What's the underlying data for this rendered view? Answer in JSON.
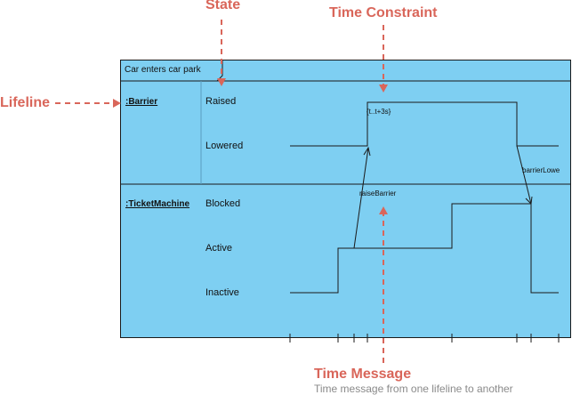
{
  "callouts": {
    "state": "State",
    "time_constraint": "Time Constraint",
    "lifeline": "Lifeline",
    "time_message": "Time Message",
    "time_message_note": "Time message from one lifeline to another"
  },
  "frame": {
    "title": "Car enters car park"
  },
  "lifelines": {
    "barrier": {
      "name": ":Barrier",
      "states": [
        "Raised",
        "Lowered"
      ]
    },
    "ticket_machine": {
      "name": ":TicketMachine",
      "states": [
        "Blocked",
        "Active",
        "Inactive"
      ]
    }
  },
  "annotations": {
    "constraint": "{t..t+3s}",
    "message_raise": "raiseBarrier",
    "message_lower": "barrierLowe"
  },
  "colors": {
    "frame_fill": "#7ecff2",
    "callout": "#d9665a",
    "line": "#1a1a1a"
  }
}
